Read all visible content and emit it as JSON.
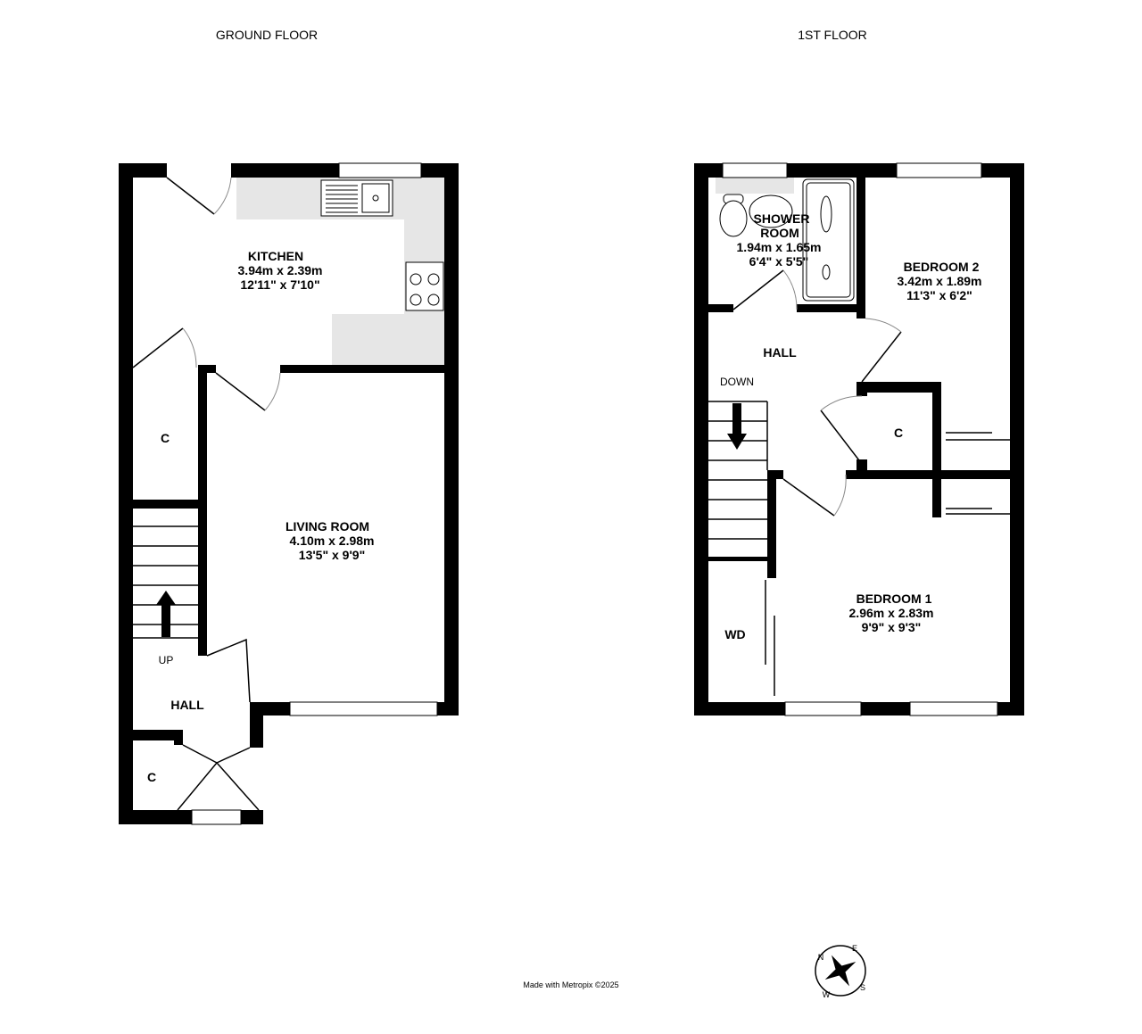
{
  "titles": {
    "ground": "GROUND FLOOR",
    "first": "1ST FLOOR"
  },
  "ground": {
    "kitchen": {
      "name": "KITCHEN",
      "metric": "3.94m  x 2.39m",
      "imperial": "12'11\"  x 7'10\""
    },
    "living": {
      "name": "LIVING ROOM",
      "metric": "4.10m  x 2.98m",
      "imperial": "13'5\"  x 9'9\""
    },
    "cupboard": "C",
    "porch_cupboard": "C",
    "hall": "HALL",
    "stairs": "UP"
  },
  "first": {
    "shower": {
      "name1": "SHOWER",
      "name2": "ROOM",
      "metric": "1.94m  x 1.65m",
      "imperial": "6'4\"  x 5'5\""
    },
    "bedroom2": {
      "name": "BEDROOM 2",
      "metric": "3.42m  x 1.89m",
      "imperial": "11'3\"  x 6'2\""
    },
    "bedroom1": {
      "name": "BEDROOM 1",
      "metric": "2.96m  x 2.83m",
      "imperial": "9'9\"  x 9'3\""
    },
    "hall": "HALL",
    "stairs": "DOWN",
    "cupboard": "C",
    "wardrobe": "WD"
  },
  "footer": "Made with Metropix ©2025",
  "compass": {
    "n": "N",
    "e": "E",
    "s": "S",
    "w": "W"
  }
}
